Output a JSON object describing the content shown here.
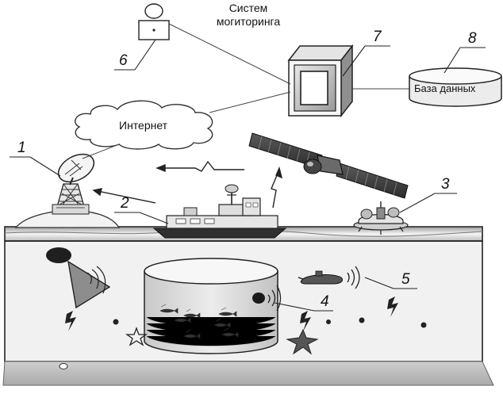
{
  "labels": {
    "monitoring_system": [
      "Систем",
      "могиторинга"
    ],
    "internet": "Интернет",
    "database": "База данных"
  },
  "numbers": {
    "antenna": "1",
    "ship": "2",
    "buoy": "3",
    "fish_sonar": "4",
    "submarine": "5",
    "operator": "6",
    "server": "7",
    "database": "8"
  },
  "colors": {
    "line": "#1a1a1a",
    "sea_light": "#f0f0f0",
    "sea_mid": "#d6d6d6",
    "sea_dark": "#a8a8a8",
    "object_dark": "#3a3a3a",
    "object_gray": "#8c8c8c"
  }
}
